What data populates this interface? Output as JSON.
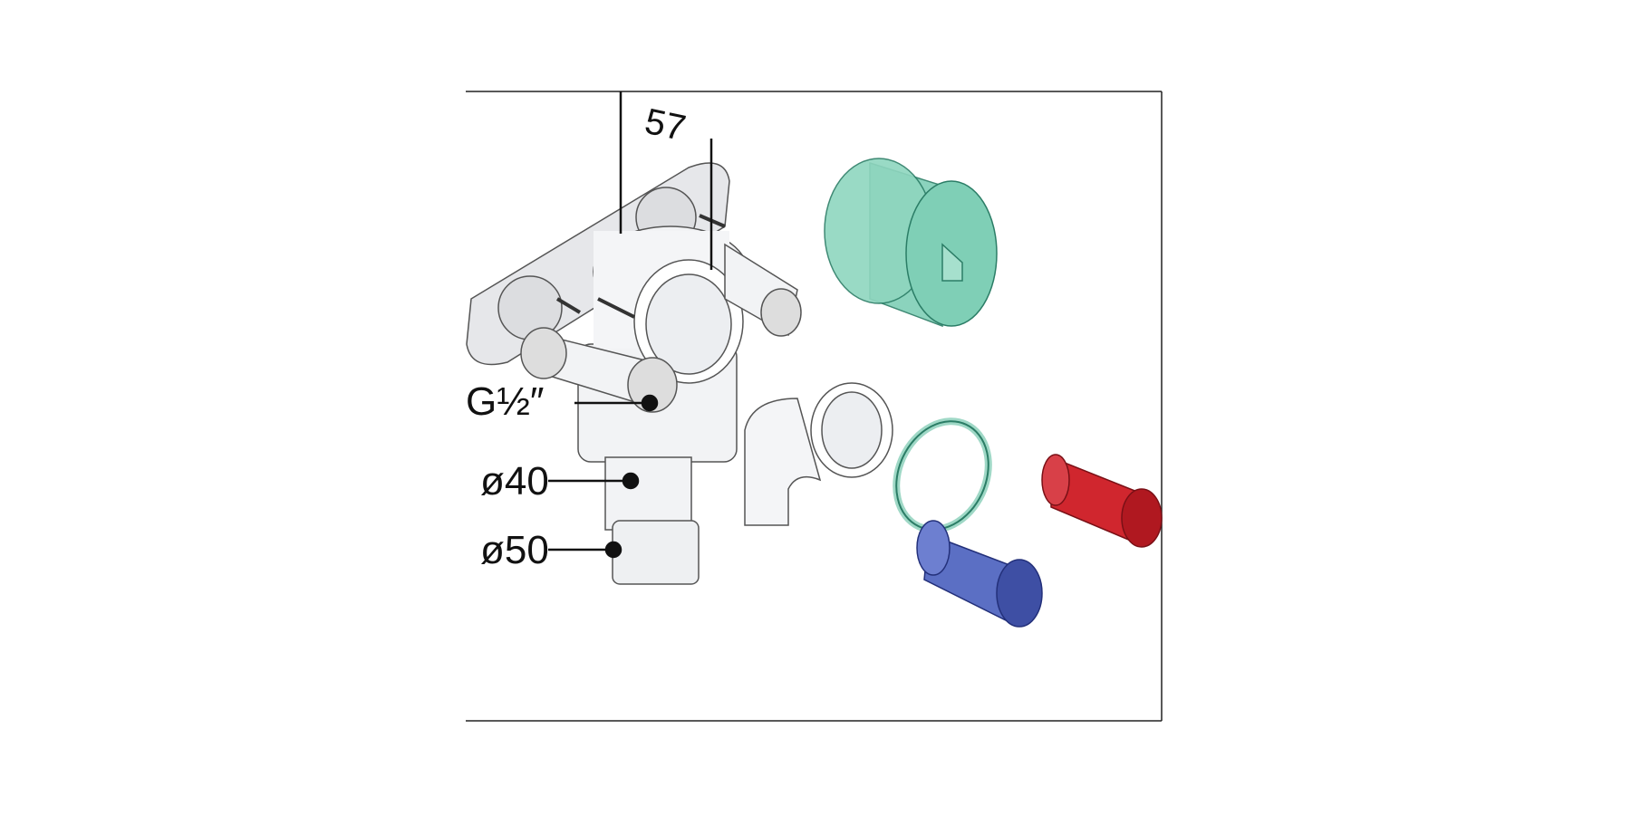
{
  "figure": {
    "labels": {
      "dimension": "57",
      "thread": "G½″",
      "diameter_inner": "ø40",
      "diameter_outer": "ø50"
    },
    "colors": {
      "cap": "#7fcfb6",
      "ring": "#9fd8c6",
      "blue_tube": "#5b6fc4",
      "red_tube": "#d0262e",
      "body": "#f2f3f5",
      "line": "#111111"
    }
  }
}
